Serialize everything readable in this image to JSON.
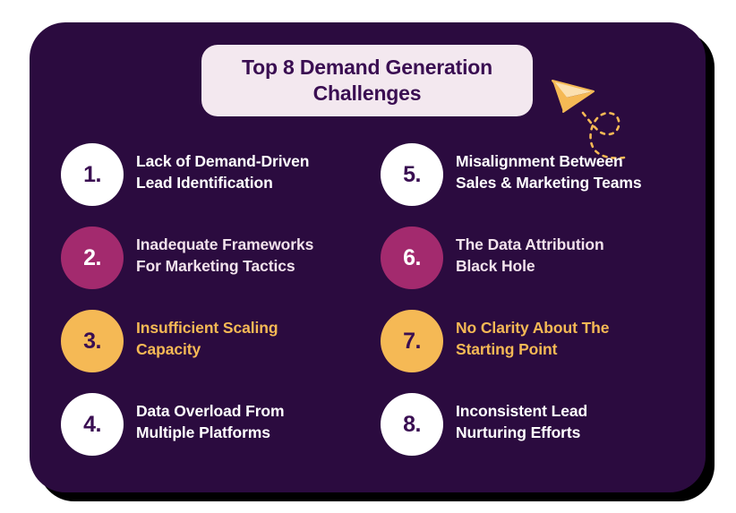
{
  "colors": {
    "card_background": "#2B0B3F",
    "card_shadow": "#000000",
    "page_background": "#FFFFFF",
    "pill_background": "#F3E8EF",
    "title_text": "#3A0E52",
    "badge_white": "#FFFFFF",
    "badge_magenta": "#A32A6E",
    "badge_gold": "#F5B955",
    "text_white": "#FFFFFF",
    "text_pink": "#F2E2EC",
    "text_gold": "#F5B955",
    "plane_gold": "#F5B955"
  },
  "header": {
    "title_line_1": "Top 8 Demand Generation",
    "title_line_2": "Challenges"
  },
  "decoration": {
    "plane_icon_name": "paper-plane-icon",
    "trail_style": "dashed-loop"
  },
  "columns": {
    "left": [
      {
        "number": "1.",
        "badge_color": "white",
        "text_tone": "white",
        "line_1": "Lack of Demand-Driven",
        "line_2": "Lead Identification"
      },
      {
        "number": "2.",
        "badge_color": "magenta",
        "text_tone": "pink",
        "line_1": "Inadequate Frameworks",
        "line_2": "For Marketing Tactics"
      },
      {
        "number": "3.",
        "badge_color": "gold",
        "text_tone": "gold",
        "line_1": "Insufficient Scaling",
        "line_2": "Capacity"
      },
      {
        "number": "4.",
        "badge_color": "white",
        "text_tone": "white",
        "line_1": "Data Overload From",
        "line_2": "Multiple Platforms"
      }
    ],
    "right": [
      {
        "number": "5.",
        "badge_color": "white",
        "text_tone": "white",
        "line_1": "Misalignment Between",
        "line_2": "Sales & Marketing Teams"
      },
      {
        "number": "6.",
        "badge_color": "magenta",
        "text_tone": "pink",
        "line_1": "The Data Attribution",
        "line_2": "Black Hole"
      },
      {
        "number": "7.",
        "badge_color": "gold",
        "text_tone": "gold",
        "line_1": "No Clarity About The",
        "line_2": "Starting Point"
      },
      {
        "number": "8.",
        "badge_color": "white",
        "text_tone": "white",
        "line_1": "Inconsistent Lead",
        "line_2": "Nurturing Efforts"
      }
    ]
  }
}
